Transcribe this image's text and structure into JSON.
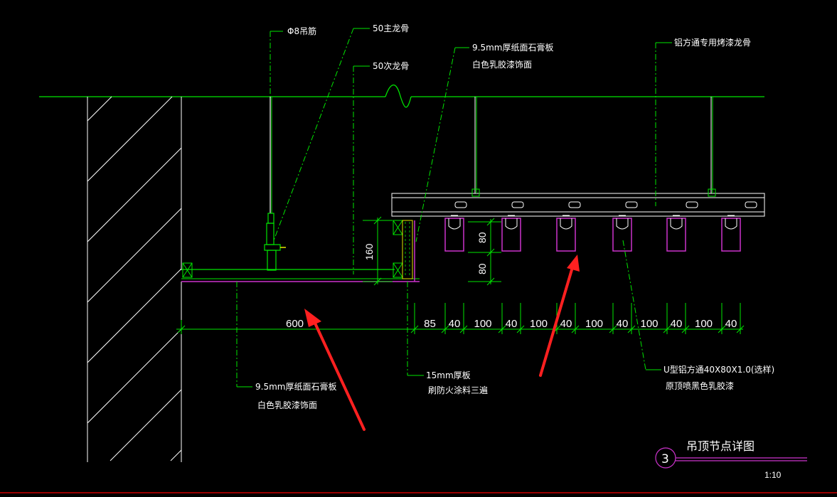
{
  "drawing": {
    "title": "吊顶节点详图",
    "detail_number": "3",
    "scale": "1:10",
    "labels": {
      "hanger_rod": "Φ8吊筋",
      "main_keel": "50主龙骨",
      "secondary_keel": "50次龙骨",
      "gypsum_top_line1": "9.5mm厚纸面石膏板",
      "gypsum_top_line2": "白色乳胶漆饰面",
      "aluminum_keel": "铝方通专用烤漆龙骨",
      "gypsum_bottom_line1": "9.5mm厚纸面石膏板",
      "gypsum_bottom_line2": "白色乳胶漆饰面",
      "board_line1": "15mm厚板",
      "board_line2": "刷防火涂料三遍",
      "u_channel_line1": "U型铝方通40X80X1.0(选样)",
      "u_channel_line2": "原顶喷黑色乳胶漆"
    },
    "dimensions": {
      "horizontal_left": "600",
      "horizontal_segments": [
        "85",
        "40",
        "100",
        "40",
        "100",
        "40",
        "100",
        "40",
        "100",
        "40",
        "100",
        "40"
      ],
      "vertical_total": "160",
      "vertical_upper": "80",
      "vertical_lower": "80"
    }
  },
  "colors": {
    "line_green": "#00e600",
    "line_white": "#ffffff",
    "magenta": "#cc33cc",
    "yellow": "#e6e600",
    "annotation_red": "#ff2020",
    "bottom_rule": "#cc0000"
  }
}
